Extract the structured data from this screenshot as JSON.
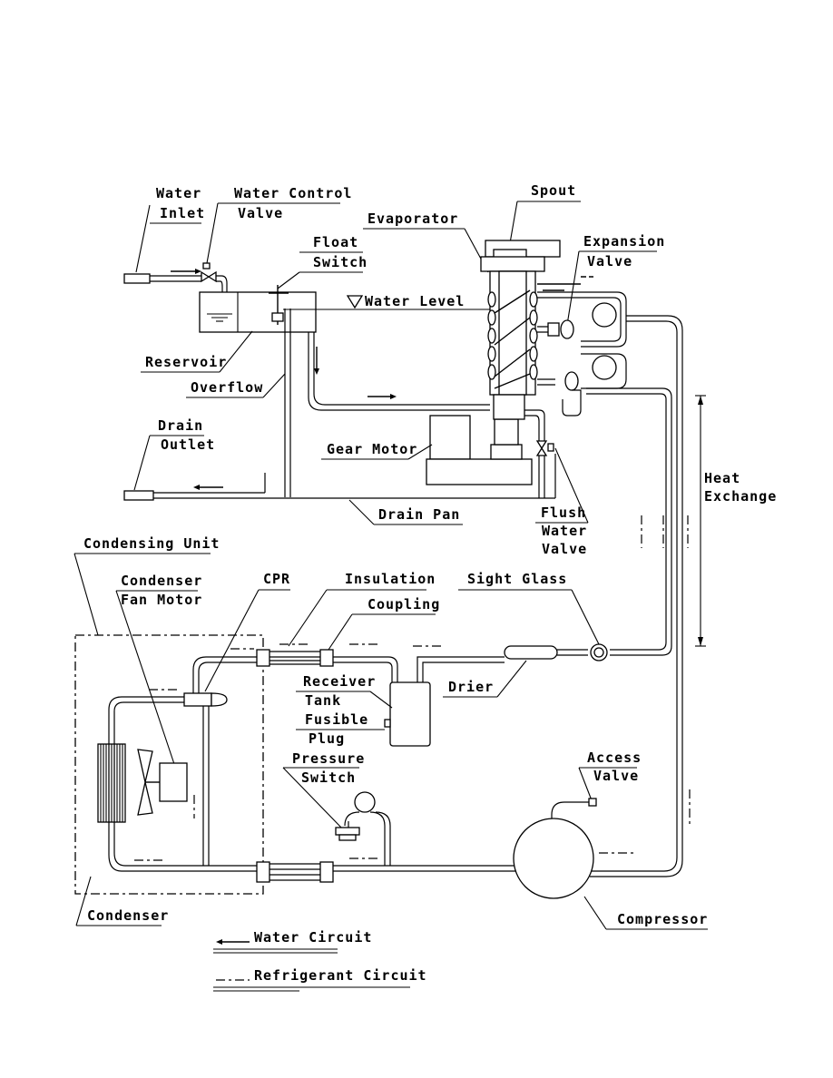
{
  "labels": {
    "water_inlet": [
      "Water",
      "Inlet"
    ],
    "water_control_valve": [
      "Water Control",
      "Valve"
    ],
    "spout": "Spout",
    "evaporator": "Evaporator",
    "expansion_valve": [
      "Expansion",
      "Valve"
    ],
    "float_switch": [
      "Float",
      "Switch"
    ],
    "water_level": "Water Level",
    "reservoir": "Reservoir",
    "overflow": "Overflow",
    "drain_outlet": [
      "Drain",
      "Outlet"
    ],
    "gear_motor": "Gear Motor",
    "heat_exchange": [
      "Heat",
      "Exchange"
    ],
    "drain_pan": "Drain Pan",
    "flush_water_valve": [
      "Flush",
      "Water",
      "Valve"
    ],
    "condensing_unit": "Condensing Unit",
    "condenser_fan_motor": [
      "Condenser",
      "Fan Motor"
    ],
    "cpr": "CPR",
    "insulation": "Insulation",
    "coupling": "Coupling",
    "sight_glass": "Sight Glass",
    "receiver_tank": [
      "Receiver",
      "Tank"
    ],
    "fusible_plug": [
      "Fusible",
      "Plug"
    ],
    "drier": "Drier",
    "pressure_switch": [
      "Pressure",
      "Switch"
    ],
    "access_valve": [
      "Access",
      "Valve"
    ],
    "condenser": "Condenser",
    "compressor": "Compressor"
  },
  "legend": {
    "water_circuit": "Water Circuit",
    "refrigerant_circuit": "Refrigerant Circuit"
  }
}
